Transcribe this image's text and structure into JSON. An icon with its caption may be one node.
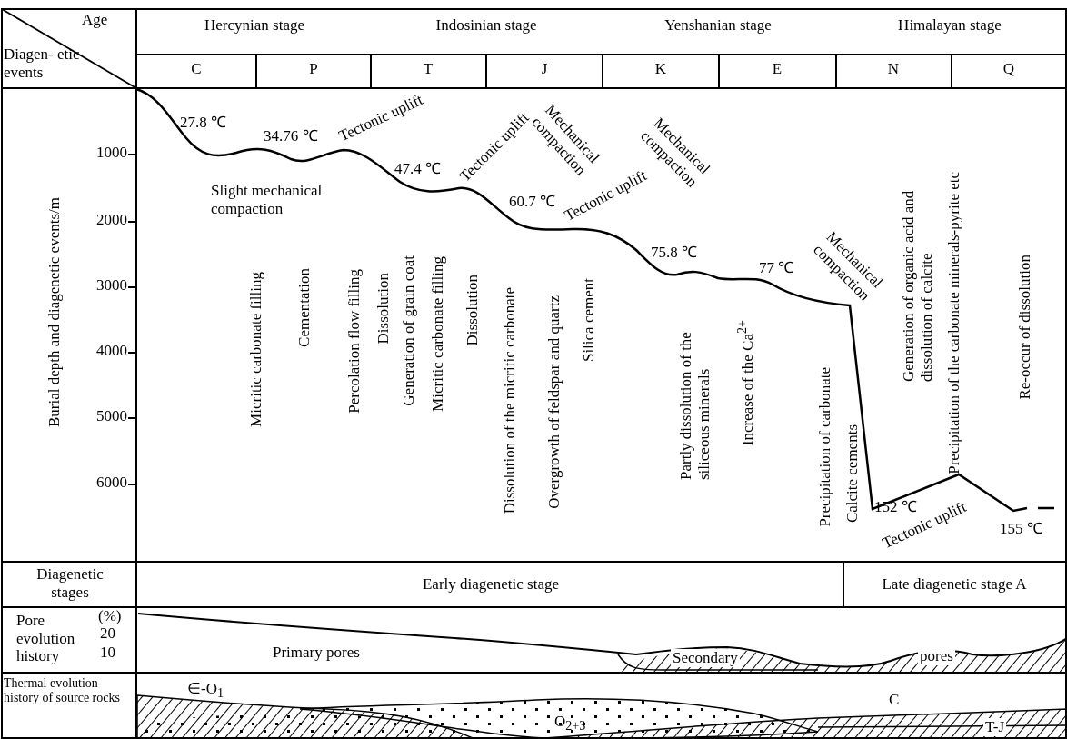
{
  "diagram": {
    "labels": [
      "Age",
      "Diagen- etic events",
      "Hercynian stage",
      "Indosinian stage",
      "Yenshanian stage",
      "Himalayan stage",
      "C",
      "P",
      "T",
      "J",
      "K",
      "E",
      "N",
      "Q",
      "Burial depth and diagenetic events/m",
      "1000",
      "2000",
      "3000",
      "4000",
      "5000",
      "6000",
      "27.8 ℃",
      "34.76 ℃",
      "Tectonic uplift",
      "Tectonic uplift",
      "Mechanical compaction",
      "47.4 ℃",
      "Slight mechanical compaction",
      "60.7 ℃",
      "Tectonic uplift",
      "Mechanical compaction",
      "75.8 ℃",
      "77 ℃",
      "Mechanical compaction",
      "Micritic carbonate filling",
      "Cementation",
      "Percolation flow filling",
      "Dissolution",
      "Generation of grain coat",
      "Micritic carbonate filling",
      "Dissolution",
      "Dissolution of the micritic carbonate",
      "Overgrowth of feldspar and quartz",
      "Silica cement",
      "Partly dissolution of the siliceous minerals",
      "Increase of the Ca$^{2+}$",
      "Precipitation of carbonate",
      "Calcite cements",
      "Generation of organic acid and dissolution of calcite",
      "Precipitation of the carbonate minerals-pyrite etc",
      "Re-occur of dissolution",
      "152 ℃",
      "Tectonic uplift",
      "155 ℃",
      "Diagenetic stages",
      "Early diagenetic stage",
      "Late diagenetic stage A",
      "Pore evolution history",
      "(%)",
      "20",
      "10",
      "Primary pores",
      "Secondary",
      "pores",
      "Thermal evolution history of source rocks",
      "∈-O$_{1}$",
      "O$_{2+3}$",
      "C",
      "T-J"
    ]
  }
}
